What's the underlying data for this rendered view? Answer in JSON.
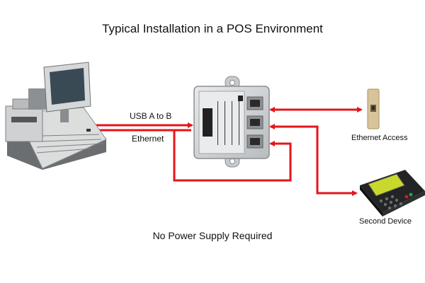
{
  "title": "Typical Installation in a POS Environment",
  "links": {
    "usb_label": "USB A to B",
    "ethernet_label": "Ethernet"
  },
  "devices": {
    "pos_terminal": {
      "icon": "pos-terminal-icon"
    },
    "switch": {
      "icon": "ethernet-switch-icon"
    },
    "ethernet_access": {
      "label": "Ethernet Access",
      "icon": "wall-jack-icon"
    },
    "second_device": {
      "label": "Second Device",
      "icon": "card-terminal-icon"
    }
  },
  "footer_note": "No Power Supply Required",
  "colors": {
    "connection": "#e3161b",
    "switch_body": "#d6d9db"
  }
}
